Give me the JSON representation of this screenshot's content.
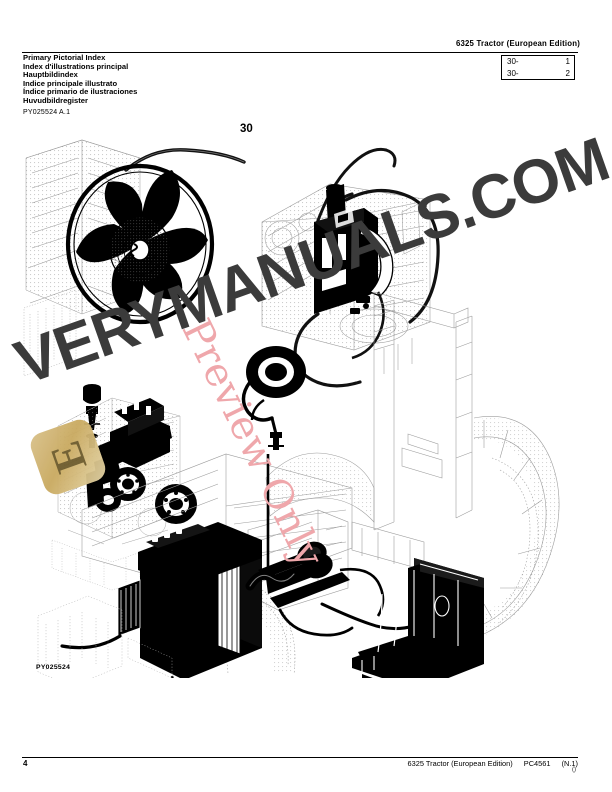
{
  "header": {
    "title": "6325 Tractor  (European Edition)"
  },
  "index_box": {
    "rows": [
      {
        "label": "30-",
        "page": "1"
      },
      {
        "label": "30-",
        "page": "2"
      }
    ]
  },
  "title_block": {
    "lines": [
      "Primary Pictorial Index",
      "Index d'illustrations principal",
      "Hauptbildindex",
      "Indice principale illustrato",
      "Índice primario de ilustraciones",
      "Huvudbildregister"
    ],
    "figure_code": "PY025524 A.1"
  },
  "illustration": {
    "number": "30",
    "plate_code": "PY025524"
  },
  "footer": {
    "page_number": "4",
    "title": "6325 Tractor (European Edition)",
    "part_number": "PC4561",
    "revision": "(N.1)",
    "sub": "()"
  },
  "watermarks": {
    "site": "VERYMANUALS.COM",
    "preview": "Preview Only",
    "logo_glyph": "E",
    "site_color": "#3b3b3b",
    "preview_color": "#efa7ab",
    "logo_color": "#c9a95f"
  }
}
